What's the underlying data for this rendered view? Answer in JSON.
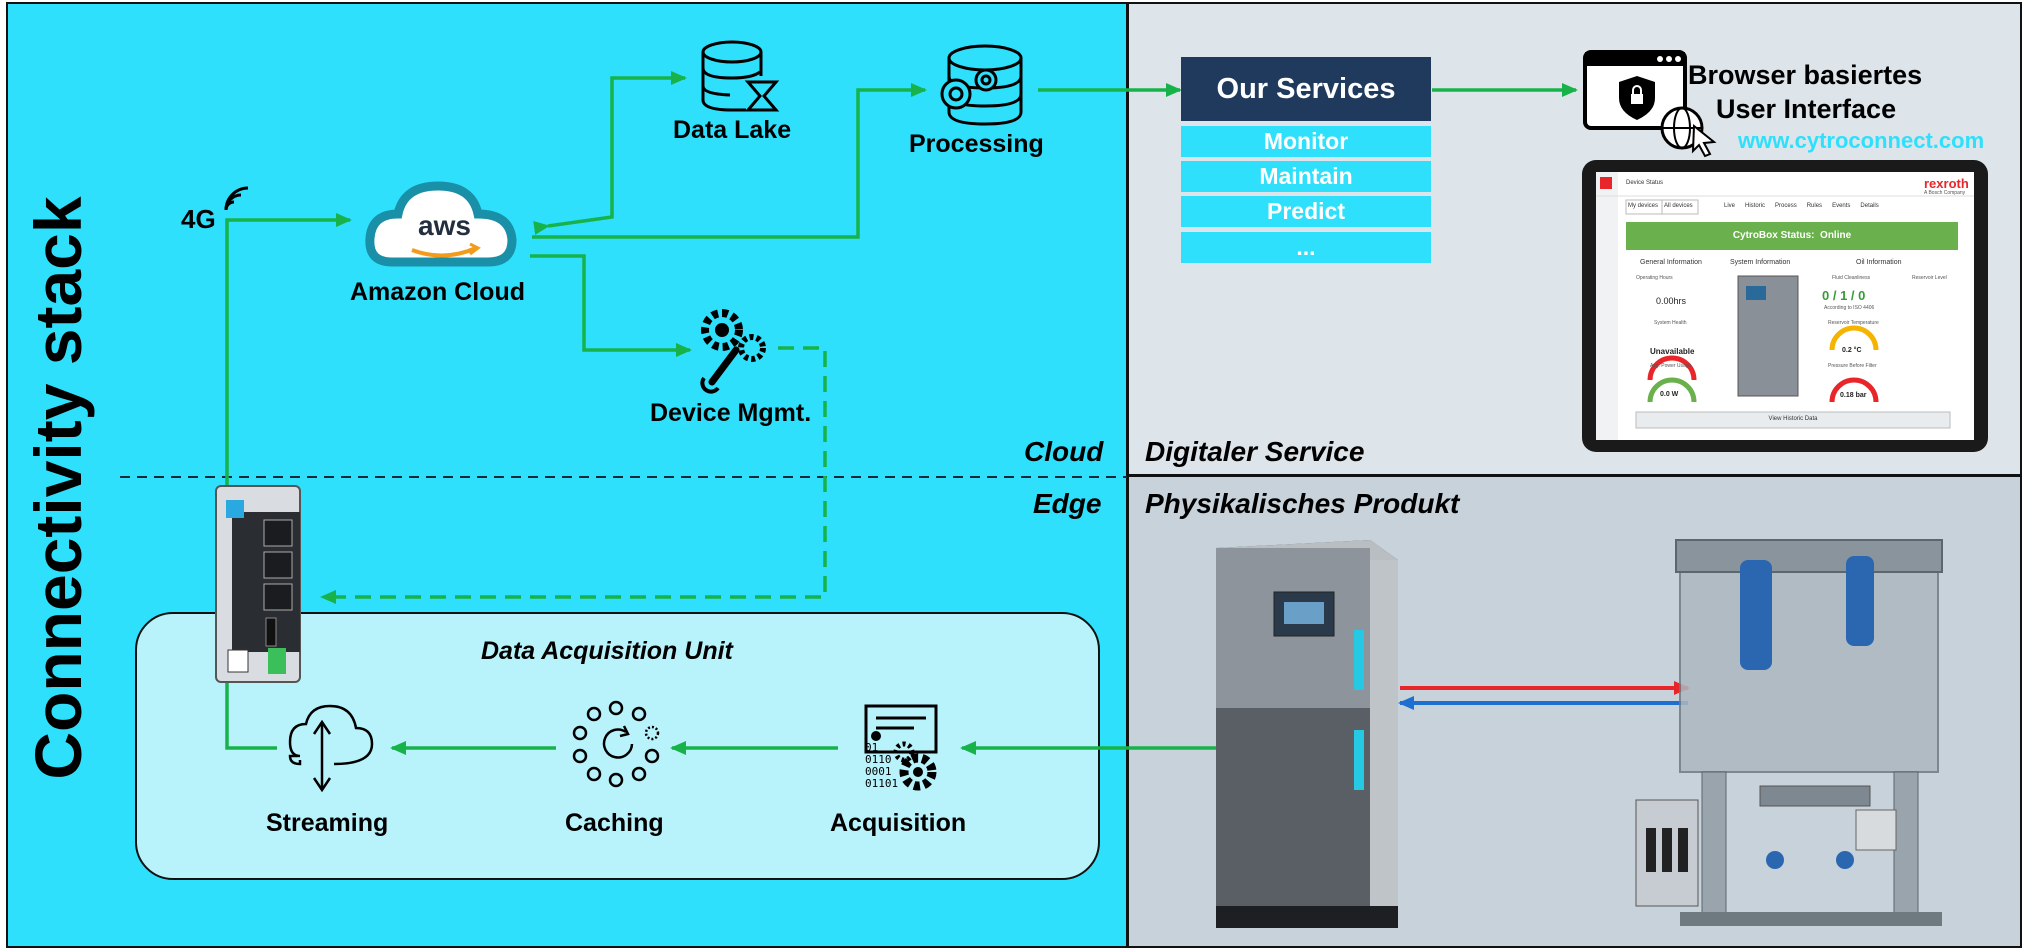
{
  "title": "Connectivity stack",
  "zones": {
    "cloud": "Cloud",
    "edge": "Edge",
    "digital_service": "Digitaler Service",
    "physical_product": "Physikalisches Produkt"
  },
  "network": "4G",
  "cloud_nodes": {
    "amazon_cloud": "Amazon Cloud",
    "aws_logo_text": "aws",
    "data_lake": "Data Lake",
    "processing": "Processing",
    "device_mgmt": "Device Mgmt."
  },
  "acquisition_unit": {
    "title": "Data Acquisition Unit",
    "steps": {
      "streaming": "Streaming",
      "caching": "Caching",
      "acquisition": "Acquisition"
    },
    "binary_text": [
      "01",
      "0110",
      "0001",
      "01101"
    ]
  },
  "services": {
    "header": "Our Services",
    "items": [
      "Monitor",
      "Maintain",
      "Predict",
      "..."
    ]
  },
  "browser": {
    "label_line1": "Browser basiertes",
    "label_line2": "User Interface",
    "url": "www.cytroconnect.com"
  },
  "tablet": {
    "brand": "rexroth",
    "brand_sub": "A Bosch Company",
    "page": "Device Status",
    "filters": [
      "My devices",
      "All devices"
    ],
    "tabs": [
      "Live",
      "Historic",
      "Process",
      "Rules",
      "Events",
      "Details"
    ],
    "status_banner": "CytroBox Status:  Online",
    "sections": {
      "general": "General Information",
      "system": "System Information",
      "oil": "Oil Information"
    },
    "metrics": {
      "operating_hours_label": "Operating Hours",
      "operating_hours": "0.00hrs",
      "system_health_label": "System Health",
      "system_health": "Unavailable",
      "power_label": "Avg. Power Usage",
      "power": "0.0 W",
      "fluid_label": "Fluid Cleanliness",
      "fluid": "0 / 1 / 0",
      "fluid_sub": "According to ISO 4406",
      "reservoir_temp_label": "Reservoir Temperature",
      "reservoir_temp": "0.2 °C",
      "pressure_label": "Pressure Before Filter",
      "pressure": "0.18 bar",
      "reservoir_level_label": "Reservoir Level"
    },
    "button": "View Historic Data"
  },
  "colors": {
    "accent": "#2ee0fb",
    "flow": "#17b34a",
    "navy": "#1f3a5c",
    "red": "#e8262a",
    "blue": "#1f6fd1"
  }
}
